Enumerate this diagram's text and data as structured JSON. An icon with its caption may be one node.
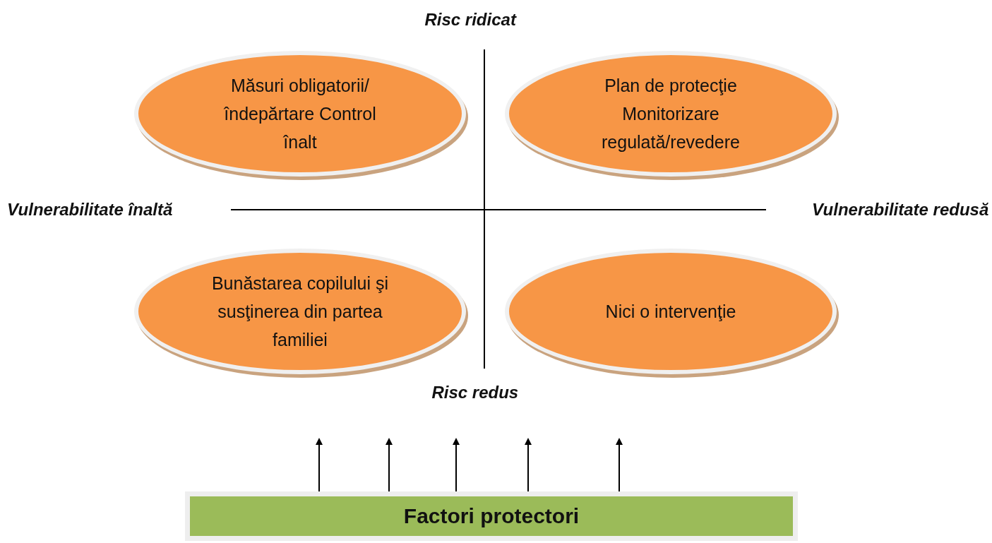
{
  "diagram": {
    "nodes": [
      {
        "text": [
          "Măsuri obligatorii/ îndepărtare Control înalt"
        ]
      },
      {
        "text": [
          "Plan de protecţie Monitorizare regulată/revedere"
        ]
      },
      {
        "text": [
          "Bunăstarea copilului şi susţinerea din partea familiei"
        ]
      },
      {
        "text": [
          "Nici o intervenţie"
        ]
      },
      {
        "text": [
          "Factori protectori"
        ]
      }
    ],
    "edges": [
      {
        "from": 4,
        "to": null,
        "arrow": "to"
      },
      {
        "from": 4,
        "to": null,
        "arrow": "to"
      },
      {
        "from": 4,
        "to": null,
        "arrow": "to"
      },
      {
        "from": 4,
        "to": null,
        "arrow": "to"
      },
      {
        "from": 4,
        "to": null,
        "arrow": "to"
      }
    ],
    "labels": [
      "Risc ridicat",
      "Vulnerabilitate înaltă",
      "Vulnerabilitate redusă",
      "Risc redus"
    ]
  }
}
